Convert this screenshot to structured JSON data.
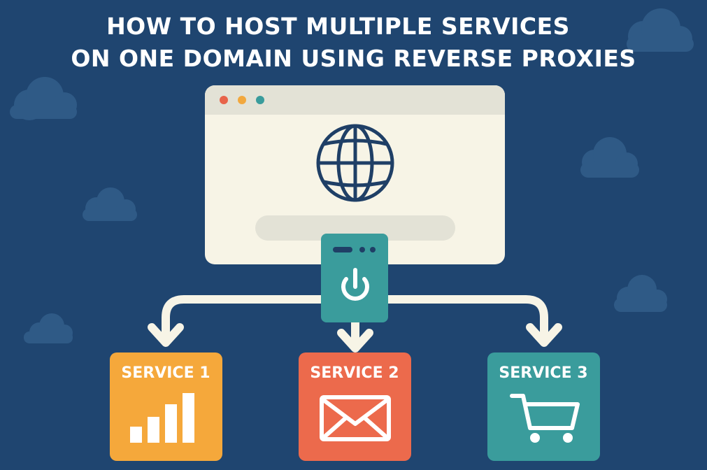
{
  "title": {
    "line1": "HOW TO HOST MULTIPLE SERVICES",
    "line2": "ON ONE DOMAIN USING REVERSE PROXIES"
  },
  "colors": {
    "background": "#1f4570",
    "cloud": "#2f5a86",
    "browser_body": "#f7f4e6",
    "browser_bar": "#e3e2d6",
    "proxy": "#3a9c9c",
    "arrow": "#f7f4e6",
    "service1": "#f5a83b",
    "service2": "#ec6a4c",
    "service3": "#3a9c9c"
  },
  "browser": {
    "dots": [
      "#e8644a",
      "#f2a83e",
      "#3a9c9c"
    ],
    "globe_icon": "globe-icon"
  },
  "proxy": {
    "icon": "power-icon"
  },
  "services": [
    {
      "label": "SERVICE 1",
      "icon": "bar-chart-icon"
    },
    {
      "label": "SERVICE 2",
      "icon": "envelope-icon"
    },
    {
      "label": "SERVICE 3",
      "icon": "shopping-cart-icon"
    }
  ]
}
